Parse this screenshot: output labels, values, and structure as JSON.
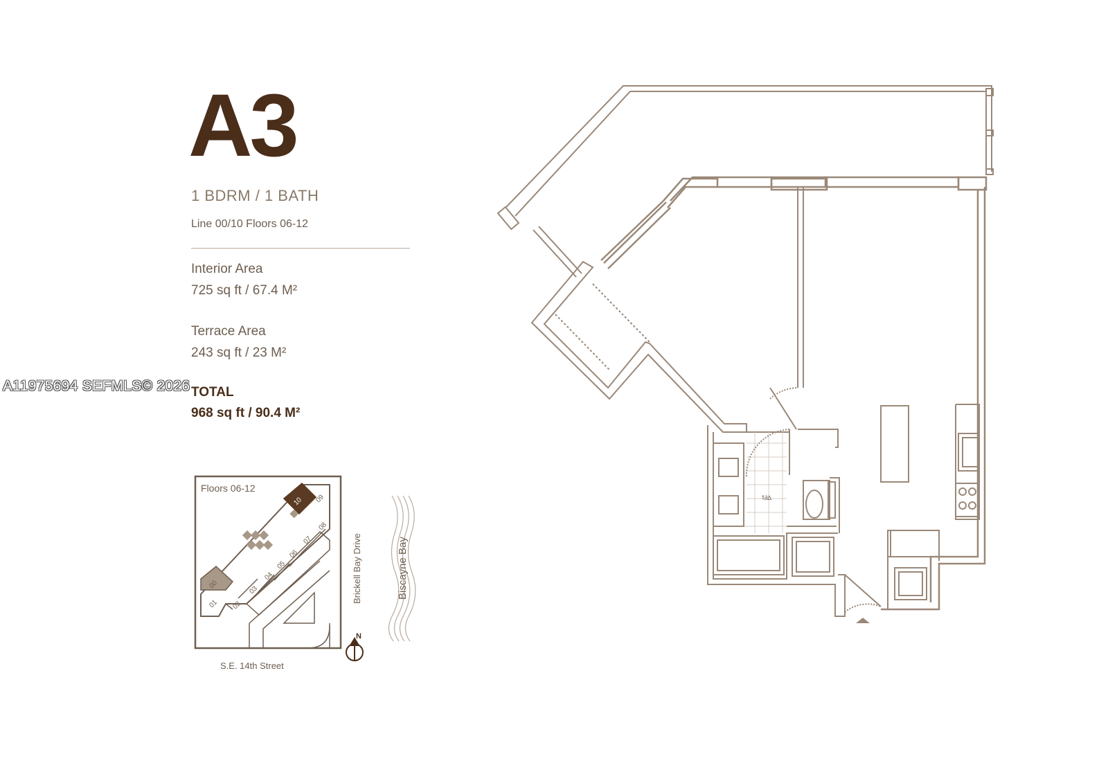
{
  "unit": {
    "name": "A3",
    "type": "1 BDRM  / 1 BATH",
    "line_floors": "Line 00/10  Floors 06-12"
  },
  "areas": {
    "interior_label": "Interior Area",
    "interior_value": "725 sq ft / 67.4 M²",
    "terrace_label": "Terrace Area",
    "terrace_value": "243 sq ft / 23 M²",
    "total_label": "TOTAL",
    "total_value": "968 sq ft / 90.4 M²"
  },
  "watermark": "A11975694  SEFMLS© 2026",
  "key_plan": {
    "floors_label": "Floors 06-12",
    "units": [
      "00",
      "01",
      "02",
      "03",
      "04",
      "05",
      "06",
      "07",
      "08",
      "09",
      "10"
    ],
    "street_bottom": "S.E. 14th Street",
    "street_right": "Brickell Bay Drive",
    "water": "Biscayne Bay",
    "north": "N"
  },
  "colors": {
    "title": "#4a2e1a",
    "text": "#6e5e50",
    "wall": "#9a8878",
    "highlight_unit": "#5a3a22",
    "highlight_unit_alt": "#a89888"
  }
}
